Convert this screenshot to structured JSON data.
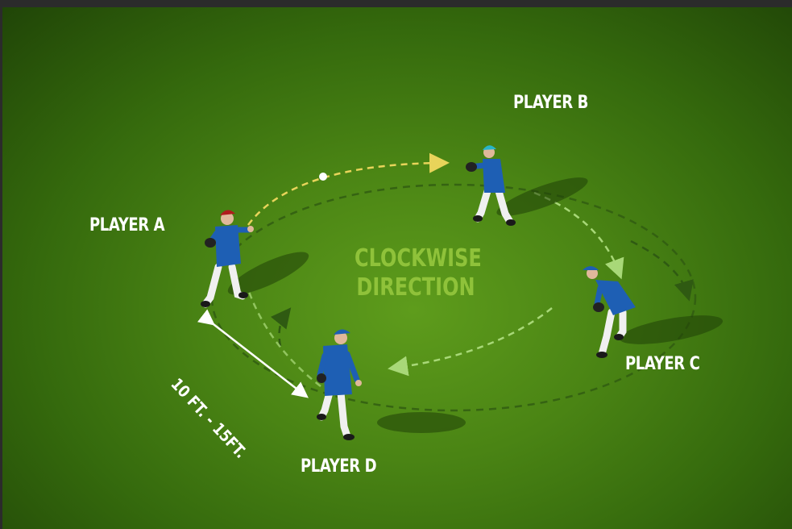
{
  "players": {
    "a": "PLAYER A",
    "b": "PLAYER B",
    "c": "PLAYER C",
    "d": "PLAYER D"
  },
  "center_label": {
    "line1": "CLOCKWISE",
    "line2": "DIRECTION"
  },
  "distance_label": "10 FT. - 15FT.",
  "colors": {
    "field": "#4a8414",
    "throw_arrow": "#e8d45a",
    "rotation_arrow": "#a8d878",
    "jersey": "#1e5fb4",
    "cap_player_a": "#b01c1c",
    "cap_player_b": "#28b4c8",
    "cap_others": "#1e5fb4"
  }
}
